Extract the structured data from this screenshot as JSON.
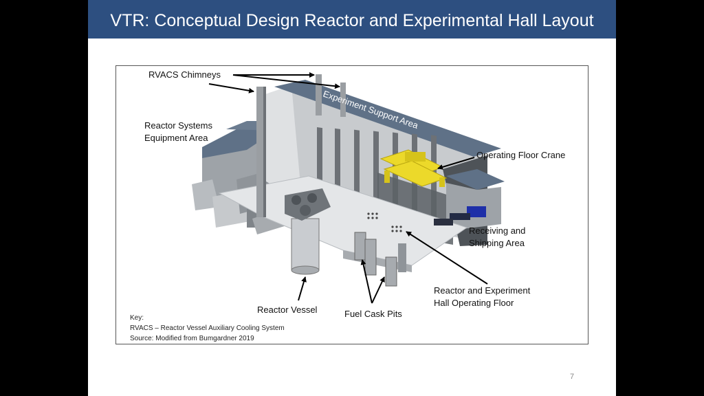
{
  "slide": {
    "title": "VTR: Conceptual Design Reactor and Experimental Hall Layout",
    "page_number": "7"
  },
  "diagram": {
    "labels": {
      "rvacs_chimneys": "RVACS Chimneys",
      "experiment_support_area": "Experiment Support Area",
      "reactor_systems_line1": "Reactor Systems",
      "reactor_systems_line2": "Equipment Area",
      "operating_floor_crane": "Operating Floor Crane",
      "receiving_line1": "Receiving and",
      "receiving_line2": "Shipping Area",
      "hall_floor_line1": "Reactor and Experiment",
      "hall_floor_line2": "Hall Operating Floor",
      "reactor_vessel": "Reactor Vessel",
      "fuel_cask_pits": "Fuel Cask Pits"
    },
    "key": {
      "heading": "Key:",
      "line1": "RVACS – Reactor Vessel Auxiliary Cooling System",
      "line2": "Source: Modified from Bumgardner 2019"
    },
    "colors": {
      "roof": "#5f7187",
      "wall_light": "#dfe1e3",
      "wall_mid": "#b8bcc0",
      "wall_dark": "#6d7176",
      "floor": "#e4e6e8",
      "crane": "#ecd92a",
      "equipment_blue": "#1e2fa8"
    }
  }
}
